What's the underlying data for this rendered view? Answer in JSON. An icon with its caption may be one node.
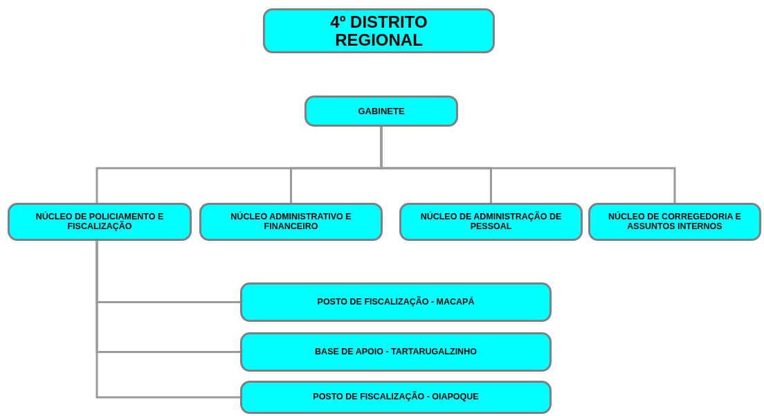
{
  "diagram": {
    "nodes": [
      {
        "text": [
          "4º DISTRITO REGIONAL"
        ]
      },
      {
        "text": [
          "GABINETE"
        ]
      },
      {
        "text": [
          "NÚCLEO DE POLICIAMENTO E FISCALIZAÇÃO"
        ]
      },
      {
        "text": [
          "NÚCLEO ADMINISTRATIVO E FINANCEIRO"
        ]
      },
      {
        "text": [
          "NÚCLEO DE ADMINISTRAÇÃO DE PESSOAL"
        ]
      },
      {
        "text": [
          "NÚCLEO DE CORREGEDORIA E ASSUNTOS INTERNOS"
        ]
      },
      {
        "text": [
          "POSTO DE FISCALIZAÇÃO - MACAPÁ"
        ]
      },
      {
        "text": [
          "BASE DE APOIO - TARTARUGALZINHO"
        ]
      },
      {
        "text": [
          "POSTO DE FISCALIZAÇÃO - OIAPOQUE"
        ]
      }
    ],
    "edges": [
      {
        "from": 1,
        "to": 2,
        "arrow": "none"
      },
      {
        "from": 1,
        "to": 3,
        "arrow": "none"
      },
      {
        "from": 1,
        "to": 4,
        "arrow": "none"
      },
      {
        "from": 1,
        "to": 5,
        "arrow": "none"
      },
      {
        "from": 2,
        "to": 6,
        "arrow": "none"
      },
      {
        "from": 2,
        "to": 7,
        "arrow": "none"
      },
      {
        "from": 2,
        "to": 8,
        "arrow": "none"
      }
    ]
  }
}
